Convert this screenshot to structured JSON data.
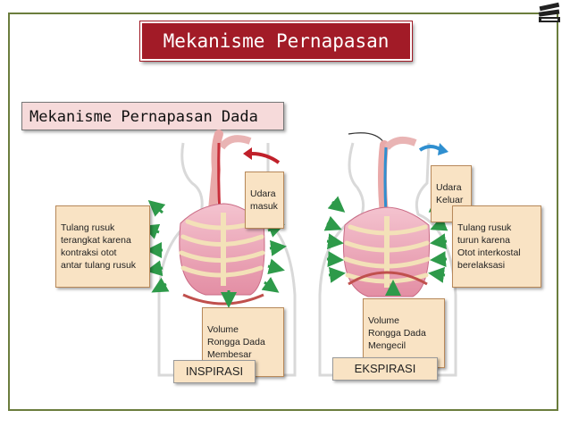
{
  "main_title": "Mekanisme Pernapasan",
  "sub_title": "Mekanisme Pernapasan Dada",
  "inspirasi": {
    "air_label": [
      "Udara",
      "masuk"
    ],
    "rib_label": [
      "Tulang rusuk",
      "terangkat karena",
      "kontraksi otot",
      "antar tulang rusuk"
    ],
    "volume_label": [
      "Volume",
      "Rongga Dada",
      "Membesar"
    ],
    "phase": "INSPIRASI"
  },
  "ekspirasi": {
    "air_label": [
      "Udara",
      "Keluar"
    ],
    "rib_label": [
      "Tulang rusuk",
      "turun karena",
      "Otot  interkostal",
      "berelaksasi"
    ],
    "volume_label": [
      "Volume",
      "Rongga Dada",
      "Mengecil"
    ],
    "phase": "EKSPIRASI"
  },
  "colors": {
    "title_bg": "#a21b27",
    "subtitle_bg": "#f6dada",
    "label_bg": "#f9e3c4",
    "frame": "#6b7d3d",
    "inhale_arrow": "#c0202a",
    "exhale_arrow": "#2f8fd0",
    "muscle_arrow": "#2e9a4a"
  },
  "icons": [
    "stack-icon"
  ]
}
